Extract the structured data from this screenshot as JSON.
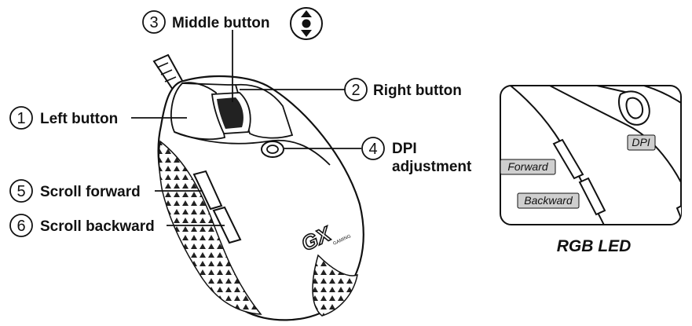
{
  "callouts": [
    {
      "number": "③",
      "label": "Middle button"
    },
    {
      "number": "②",
      "label": "Right button"
    },
    {
      "number": "①",
      "label": "Left button"
    },
    {
      "number": "④",
      "label_line1": "DPI",
      "label_line2": "adjustment"
    },
    {
      "number": "⑤",
      "label": "Scroll forward"
    },
    {
      "number": "⑥",
      "label": "Scroll backward"
    }
  ],
  "inset": {
    "caption": "RGB LED",
    "tags": {
      "dpi": "DPI",
      "forward": "Forward",
      "backward": "Backward"
    }
  },
  "logo": {
    "text": "GX",
    "subtext": "GAMING"
  },
  "icons": [
    "scroll-updown-icon"
  ]
}
